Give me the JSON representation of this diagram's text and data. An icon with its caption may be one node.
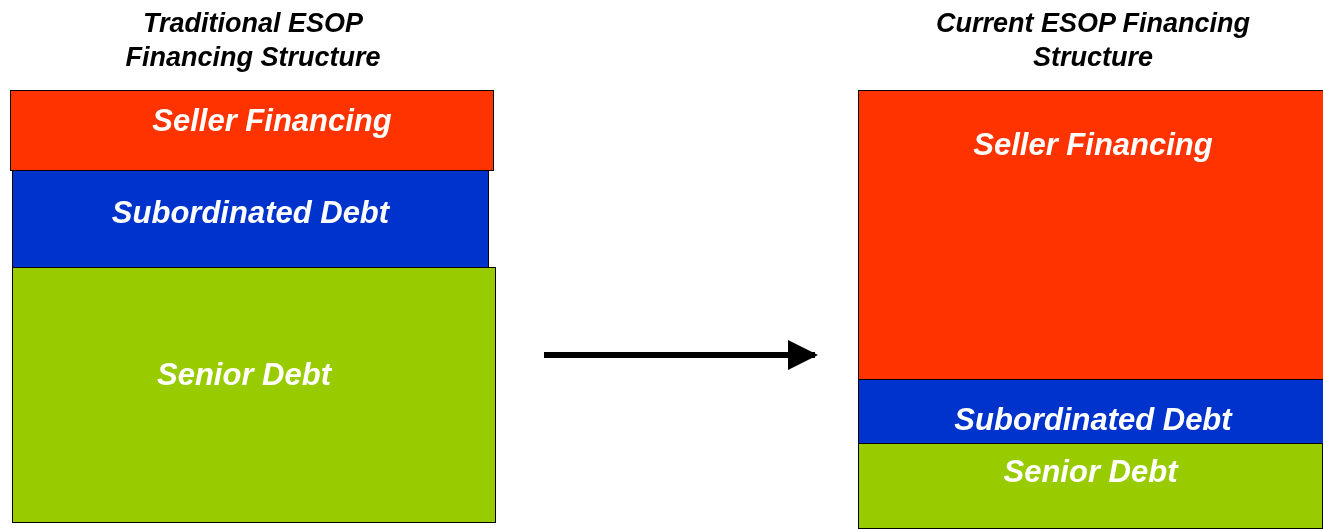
{
  "diagram": {
    "nodes": [
      {
        "text": [
          "Traditional ESOP Financing Structure"
        ]
      },
      {
        "text": [
          "Seller Financing"
        ],
        "in": 0
      },
      {
        "text": [
          "Subordinated Debt"
        ],
        "in": 0
      },
      {
        "text": [
          "Senior Debt"
        ],
        "in": 0
      },
      {
        "text": [
          "Current ESOP Financing Structure"
        ]
      },
      {
        "text": [
          "Seller Financing"
        ],
        "in": 4
      },
      {
        "text": [
          "Subordinated Debt"
        ],
        "in": 4
      },
      {
        "text": [
          "Senior Debt"
        ],
        "in": 4
      }
    ],
    "edges": [
      {
        "from": 0,
        "to": 4,
        "arrow": "to"
      }
    ]
  }
}
